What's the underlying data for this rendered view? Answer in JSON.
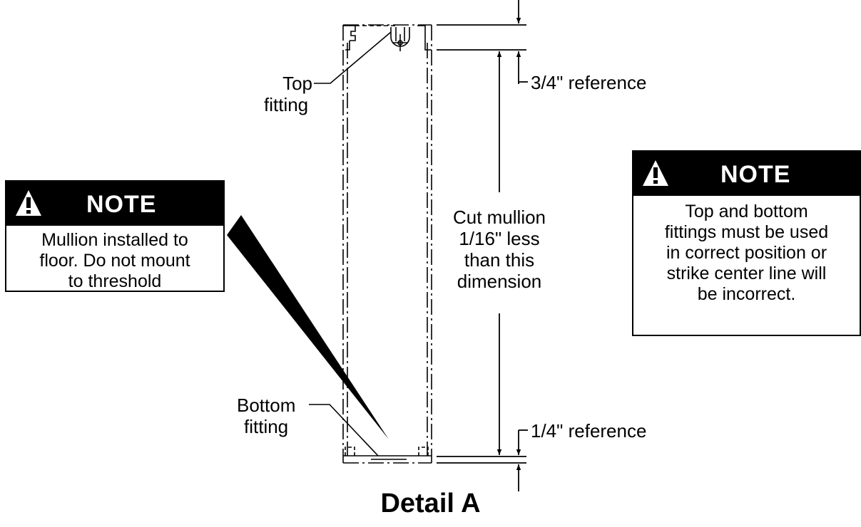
{
  "labels": {
    "top_fitting": [
      "Top",
      "fitting"
    ],
    "bottom_fitting": [
      "Bottom",
      "fitting"
    ],
    "three_quarter_ref": "3/4\" reference",
    "quarter_ref": "1/4\" reference",
    "cut_mullion": [
      "Cut mullion",
      "1/16\" less",
      "than this",
      "dimension"
    ]
  },
  "note_left": {
    "title": "NOTE",
    "lines": [
      "Mullion installed to",
      "floor. Do not mount",
      "to threshold"
    ]
  },
  "note_right": {
    "title": "NOTE",
    "lines": [
      "Top and bottom",
      "fittings must be used",
      "in correct  position or",
      "strike center line will",
      "be incorrect."
    ]
  },
  "caption": "Detail A"
}
